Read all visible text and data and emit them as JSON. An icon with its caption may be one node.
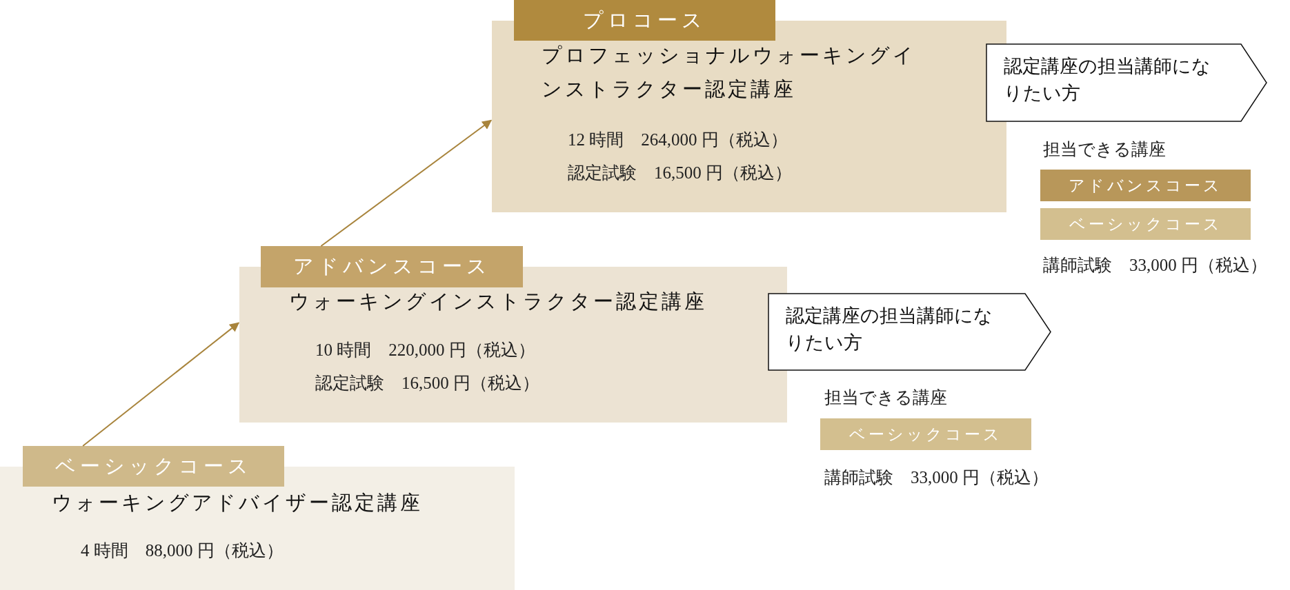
{
  "diagram": {
    "nodes": [
      {
        "text": [
          "プロコース"
        ]
      },
      {
        "text": [
          "プロフェッショナルウォーキングインストラクター認定講座",
          "12 時間　264,000 円（税込）",
          "認定試験　16,500 円（税込）"
        ]
      },
      {
        "text": [
          "認定講座の担当講師になりたい方"
        ]
      },
      {
        "text": [
          "アドバンスコース"
        ]
      },
      {
        "text": [
          "ベーシックコース"
        ]
      },
      {
        "text": [
          "アドバンスコース"
        ]
      },
      {
        "text": [
          "ウォーキングインストラクター認定講座",
          "10 時間　220,000 円（税込）",
          "認定試験　16,500 円（税込）"
        ]
      },
      {
        "text": [
          "認定講座の担当講師になりたい方"
        ]
      },
      {
        "text": [
          "ベーシックコース"
        ]
      },
      {
        "text": [
          "ベーシックコース"
        ]
      },
      {
        "text": [
          "ウォーキングアドバイザー認定講座",
          "4 時間　88,000 円（税込）"
        ]
      }
    ],
    "edges": [
      {
        "from": 9,
        "to": 6,
        "arrow": "to"
      },
      {
        "from": 5,
        "to": 1,
        "arrow": "to"
      }
    ],
    "labels": [
      "担当できる講座",
      "講師試験　33,000 円（税込）",
      "担当できる講座",
      "講師試験　33,000 円（税込）"
    ]
  }
}
